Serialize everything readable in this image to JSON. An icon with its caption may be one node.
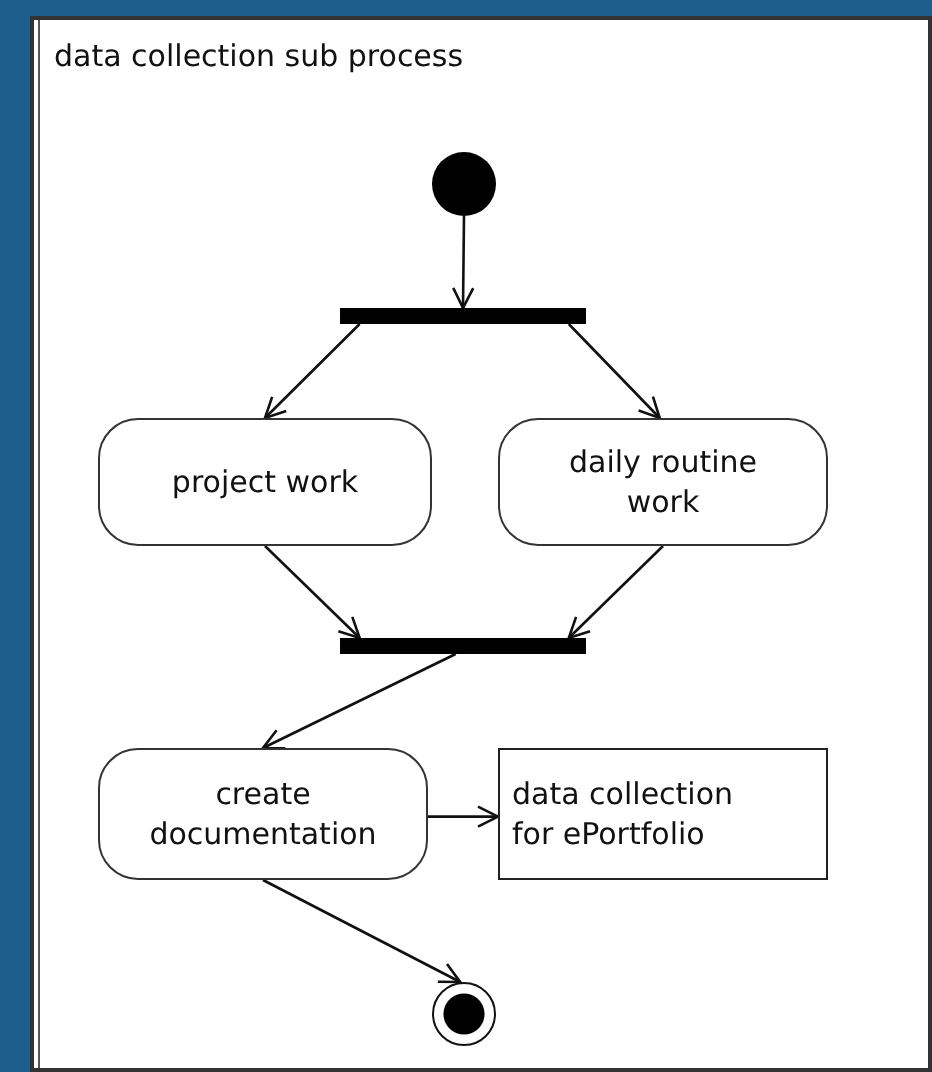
{
  "diagram": {
    "nodes": [
      {
        "text": [
          "data collection sub process"
        ]
      },
      {
        "text": [],
        "shape": "circle",
        "in": 0
      },
      {
        "text": [],
        "shape": "bar",
        "in": 0
      },
      {
        "text": [
          "project work"
        ],
        "in": 0
      },
      {
        "text": [
          "daily routine work"
        ],
        "in": 0
      },
      {
        "text": [],
        "shape": "bar",
        "in": 0
      },
      {
        "text": [
          "create documentation"
        ],
        "in": 0
      },
      {
        "text": [
          "data collection for ePortfolio"
        ],
        "in": 0
      },
      {
        "text": [],
        "shape": "circle",
        "in": 0
      }
    ],
    "edges": [
      {
        "from": 1,
        "to": 2,
        "arrow": "to"
      },
      {
        "from": 2,
        "to": 3,
        "arrow": "to"
      },
      {
        "from": 2,
        "to": 4,
        "arrow": "to"
      },
      {
        "from": 3,
        "to": 5,
        "arrow": "to"
      },
      {
        "from": 4,
        "to": 5,
        "arrow": "to"
      },
      {
        "from": 5,
        "to": 6,
        "arrow": "to"
      },
      {
        "from": 6,
        "to": 7,
        "arrow": "to"
      },
      {
        "from": 6,
        "to": 8,
        "arrow": "to"
      }
    ]
  }
}
